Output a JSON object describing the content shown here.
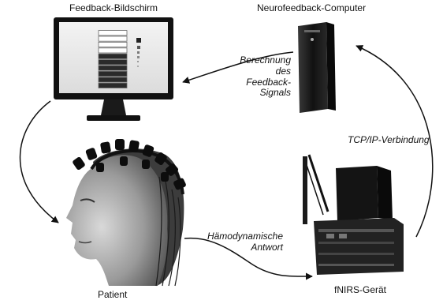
{
  "labels": {
    "monitor": "Feedback-Bildschirm",
    "computer": "Neurofeedback-Computer",
    "patient": "Patient",
    "fnirs": "fNIRS-Gerät"
  },
  "arrow_labels": {
    "computation": [
      "Berechnung",
      "des",
      "Feedback-",
      "Signals"
    ],
    "tcp": "TCP/IP-Verbindung",
    "response": [
      "Hämodynamische",
      "Antwort"
    ]
  },
  "feedback_display": {
    "level_fraction": 0.55,
    "bar_segments": 10
  }
}
